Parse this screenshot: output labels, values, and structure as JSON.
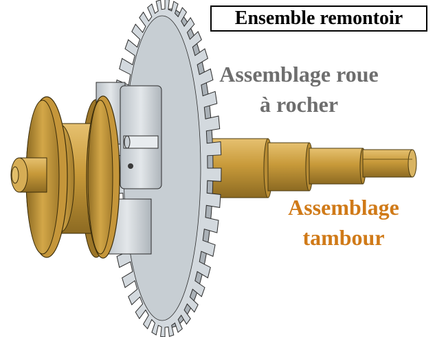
{
  "title": "Ensemble remontoir",
  "labels": {
    "wheel": {
      "line1": "Assemblage roue",
      "line2": "à rocher",
      "color": "#6e6e6e"
    },
    "drum": {
      "line1": "Assemblage",
      "line2": "tambour",
      "color": "#d07a18"
    }
  },
  "colors": {
    "gear": "#d3d9de",
    "gear_edge": "#2b2b2b",
    "brass": "#c89a3a",
    "brass_dark": "#8c6a22",
    "brass_light": "#e0b85c"
  }
}
